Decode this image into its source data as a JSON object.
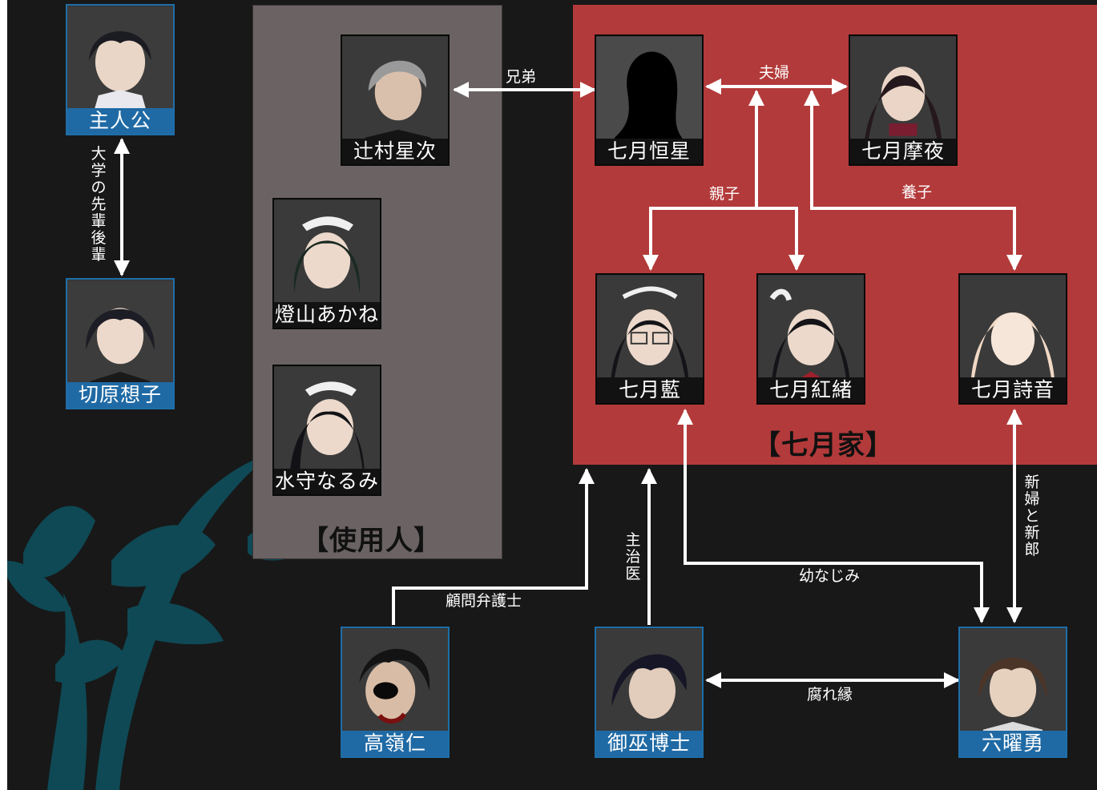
{
  "colors": {
    "background": "#181818",
    "family_group": "#b33a3a",
    "servant_group": "#6b6363",
    "name_bar": "#121212",
    "name_bar_blue": "#1f6aa5",
    "decor_teal": "#0e4f5c"
  },
  "groups": {
    "servants": "【使用人】",
    "family": "【七月家】"
  },
  "characters": {
    "protagonist": "主人公",
    "kirihara": "切原想子",
    "tsujimura": "辻村星次",
    "touyama": "燈山あかね",
    "mizumori": "水守なるみ",
    "kousei": "七月恒星",
    "maya": "七月摩夜",
    "ai": "七月藍",
    "beni": "七月紅緒",
    "shion": "七月詩音",
    "takamine": "高嶺仁",
    "mikura": "御巫博士",
    "rokuyou": "六曜勇"
  },
  "relations": {
    "senpai_kouhai": "大学の先輩後輩",
    "brothers": "兄弟",
    "spouses": "夫婦",
    "parent_child": "親子",
    "adopted": "養子",
    "bride_groom": "新婦と新郎",
    "attending_doctor": "主治医",
    "legal_advisor": "顧問弁護士",
    "childhood_friends": "幼なじみ",
    "bad_relationship": "腐れ縁"
  }
}
